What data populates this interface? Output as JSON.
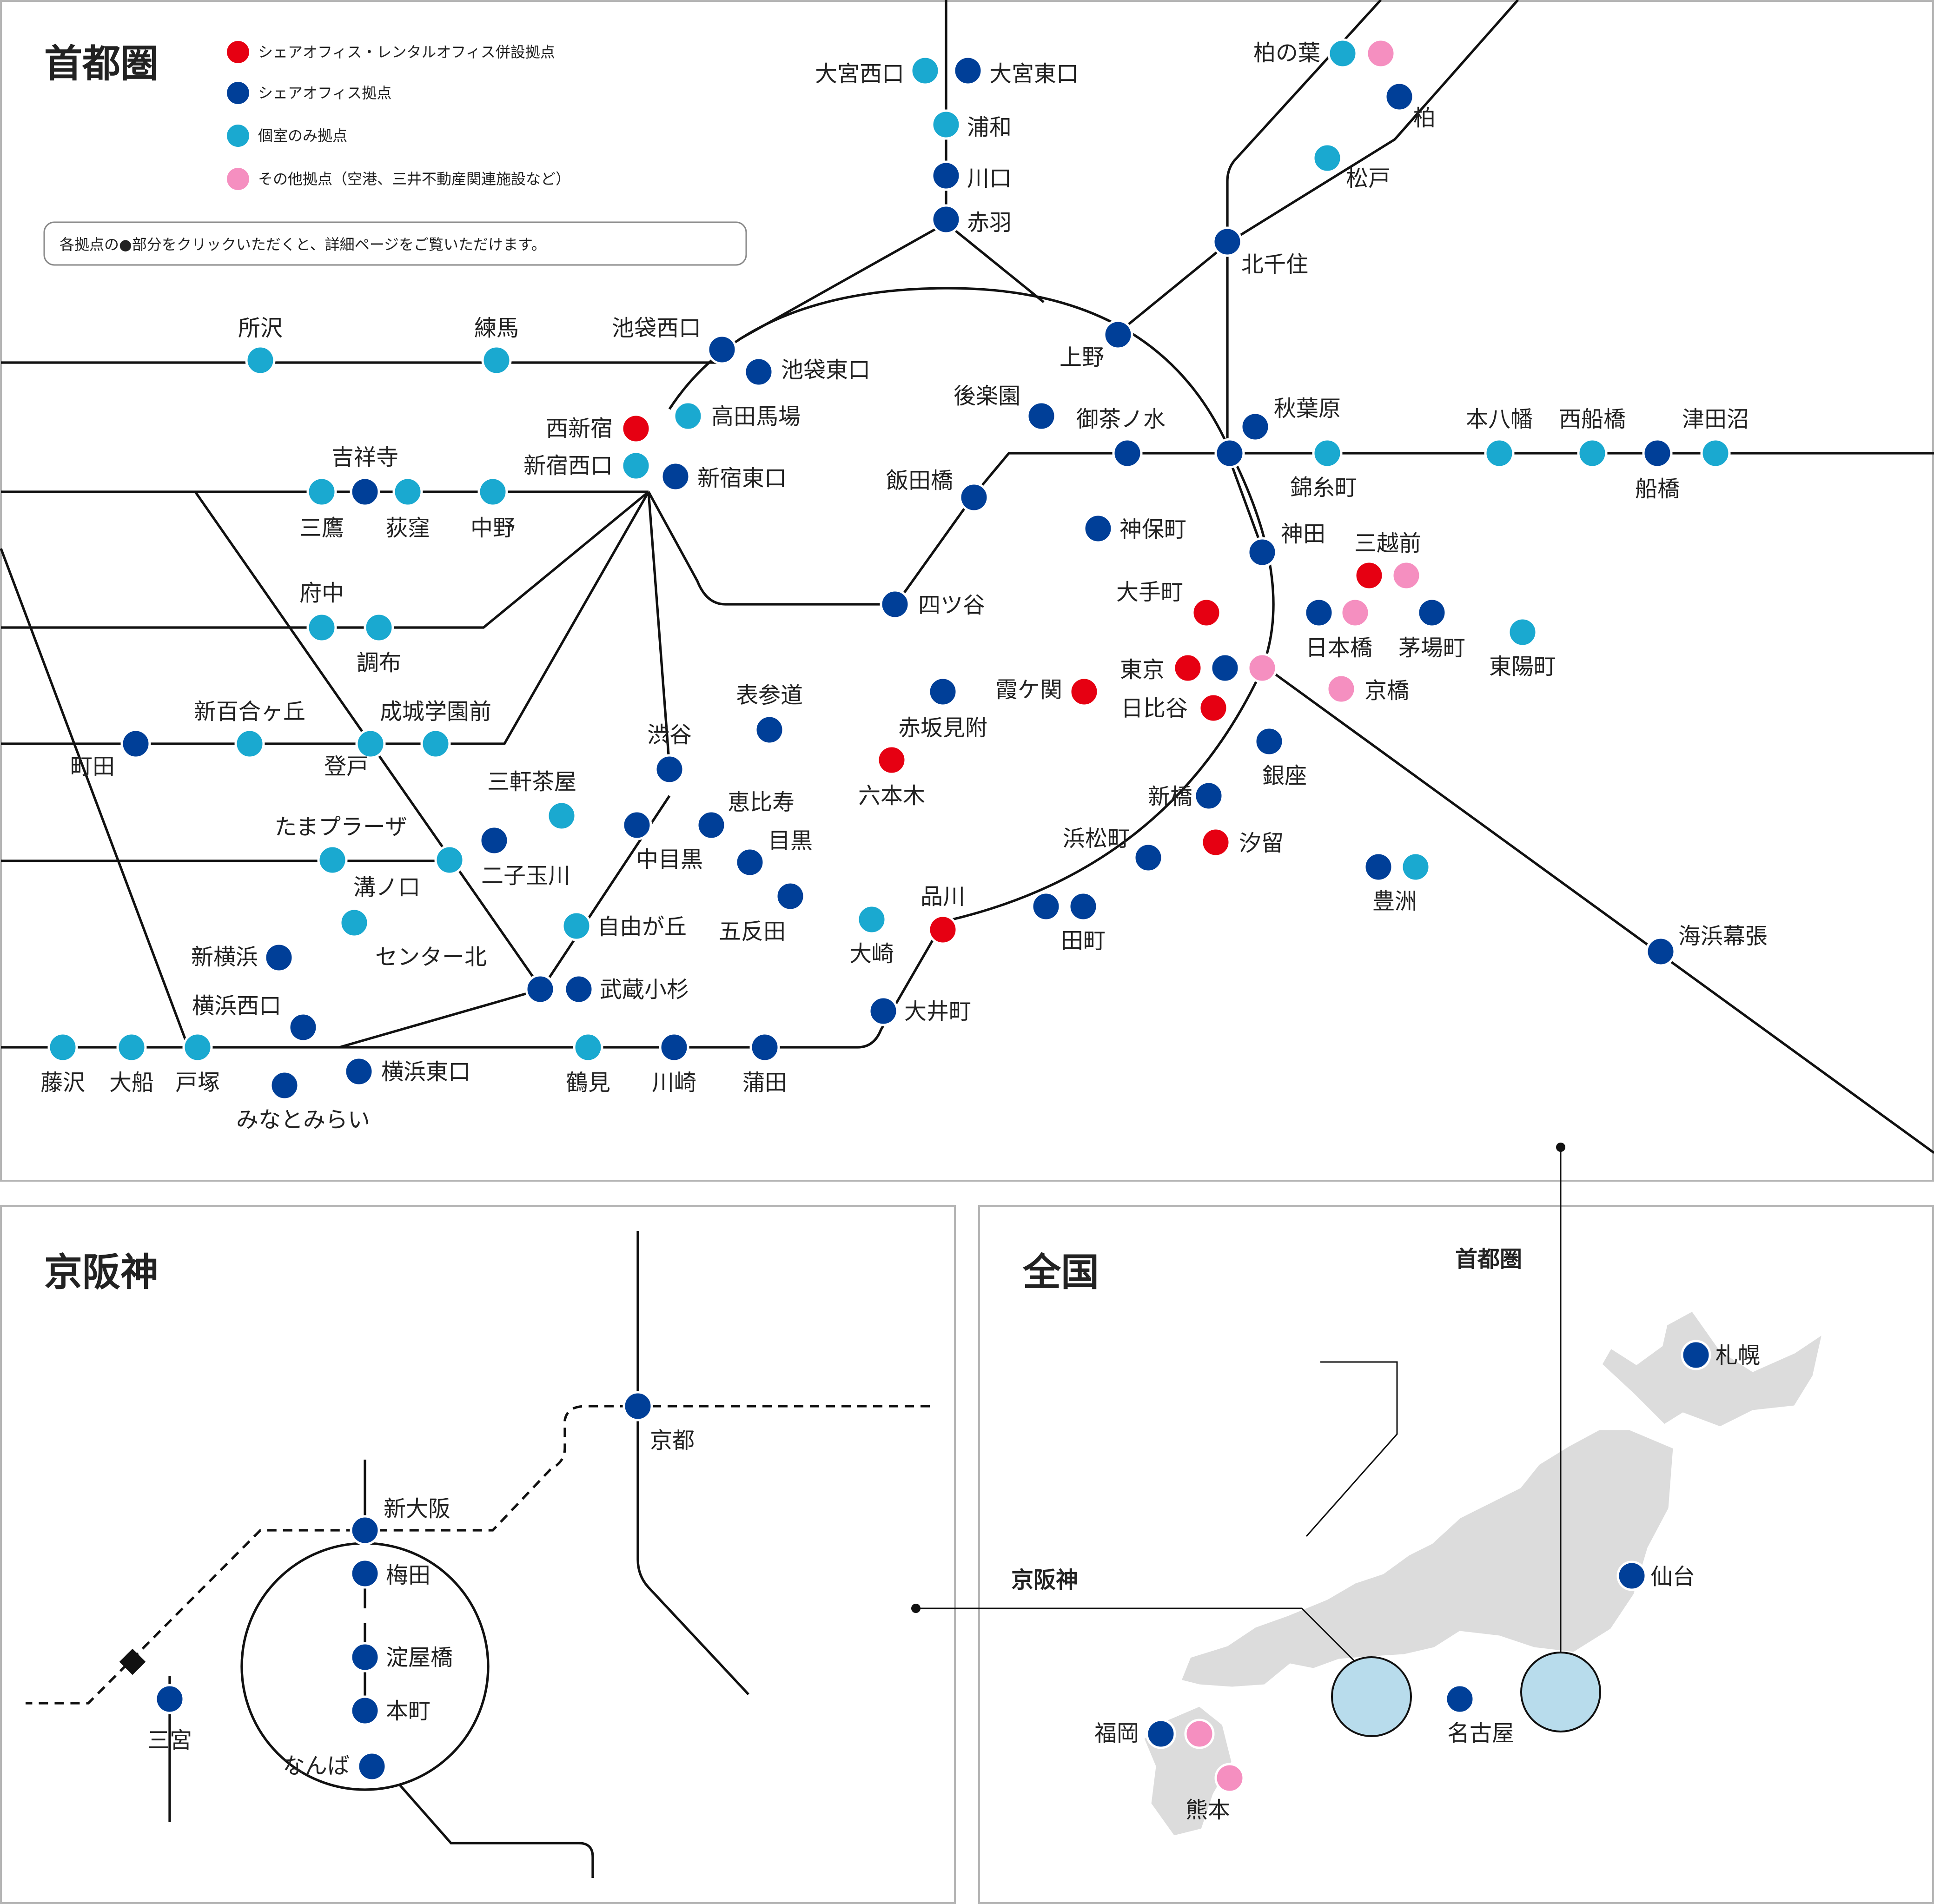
{
  "panels": {
    "shutoken": {
      "title": "首都圏"
    },
    "keihanshin": {
      "title": "京阪神"
    },
    "zenkoku": {
      "title": "全国"
    }
  },
  "legend": {
    "items": [
      {
        "type": "red",
        "label": "シェアオフィス・レンタルオフィス併設拠点"
      },
      {
        "type": "navy",
        "label": "シェアオフィス拠点"
      },
      {
        "type": "cyan",
        "label": "個室のみ拠点"
      },
      {
        "type": "pink",
        "label": "その他拠点（空港、三井不動産関連施設など）"
      }
    ],
    "note": "各拠点の●部分をクリックいただくと、詳細ページをご覧いただけます。"
  },
  "colors": {
    "red": "#e60012",
    "navy": "#003f98",
    "cyan": "#1aa9d0",
    "pink": "#f58fc0"
  },
  "stations": [
    {
      "name": "大宮西口",
      "type": "cyan"
    },
    {
      "name": "大宮東口",
      "type": "navy"
    },
    {
      "name": "浦和",
      "type": "cyan"
    },
    {
      "name": "川口",
      "type": "navy"
    },
    {
      "name": "赤羽",
      "type": "navy"
    },
    {
      "name": "柏の葉",
      "type": "cyan"
    },
    {
      "name": "",
      "type": "pink"
    },
    {
      "name": "柏",
      "type": "navy"
    },
    {
      "name": "松戸",
      "type": "cyan"
    },
    {
      "name": "北千住",
      "type": "navy"
    },
    {
      "name": "所沢",
      "type": "cyan"
    },
    {
      "name": "練馬",
      "type": "cyan"
    },
    {
      "name": "池袋西口",
      "type": "navy"
    },
    {
      "name": "池袋東口",
      "type": "navy"
    },
    {
      "name": "上野",
      "type": "navy"
    },
    {
      "name": "高田馬場",
      "type": "cyan"
    },
    {
      "name": "後楽園",
      "type": "navy"
    },
    {
      "name": "御茶ノ水",
      "type": "navy"
    },
    {
      "name": "秋葉原",
      "type": "navy"
    },
    {
      "name": "",
      "type": "navy"
    },
    {
      "name": "錦糸町",
      "type": "cyan"
    },
    {
      "name": "本八幡",
      "type": "cyan"
    },
    {
      "name": "西船橋",
      "type": "cyan"
    },
    {
      "name": "船橋",
      "type": "navy"
    },
    {
      "name": "津田沼",
      "type": "cyan"
    },
    {
      "name": "西新宿",
      "type": "red"
    },
    {
      "name": "新宿西口",
      "type": "cyan"
    },
    {
      "name": "新宿東口",
      "type": "navy"
    },
    {
      "name": "吉祥寺",
      "type": "navy"
    },
    {
      "name": "三鷹",
      "type": "cyan"
    },
    {
      "name": "荻窪",
      "type": "cyan"
    },
    {
      "name": "中野",
      "type": "cyan"
    },
    {
      "name": "飯田橋",
      "type": "navy"
    },
    {
      "name": "神保町",
      "type": "navy"
    },
    {
      "name": "神田",
      "type": "navy"
    },
    {
      "name": "三越前",
      "type": "red"
    },
    {
      "name": "",
      "type": "pink"
    },
    {
      "name": "大手町",
      "type": "red"
    },
    {
      "name": "日本橋",
      "type": "navy"
    },
    {
      "name": "",
      "type": "pink"
    },
    {
      "name": "茅場町",
      "type": "navy"
    },
    {
      "name": "東陽町",
      "type": "cyan"
    },
    {
      "name": "四ツ谷",
      "type": "navy"
    },
    {
      "name": "府中",
      "type": "cyan"
    },
    {
      "name": "調布",
      "type": "cyan"
    },
    {
      "name": "東京",
      "type": "red"
    },
    {
      "name": "",
      "type": "navy"
    },
    {
      "name": "",
      "type": "pink"
    },
    {
      "name": "京橋",
      "type": "pink"
    },
    {
      "name": "赤坂見附",
      "type": "navy"
    },
    {
      "name": "霞ケ関",
      "type": "red"
    },
    {
      "name": "日比谷",
      "type": "red"
    },
    {
      "name": "表参道",
      "type": "navy"
    },
    {
      "name": "新百合ヶ丘",
      "type": "cyan"
    },
    {
      "name": "成城学園前",
      "type": "cyan"
    },
    {
      "name": "町田",
      "type": "navy"
    },
    {
      "name": "登戸",
      "type": "cyan"
    },
    {
      "name": "渋谷",
      "type": "navy"
    },
    {
      "name": "銀座",
      "type": "navy"
    },
    {
      "name": "六本木",
      "type": "red"
    },
    {
      "name": "三軒茶屋",
      "type": "cyan"
    },
    {
      "name": "新橋",
      "type": "navy"
    },
    {
      "name": "恵比寿",
      "type": "navy"
    },
    {
      "name": "中目黒",
      "type": "navy"
    },
    {
      "name": "たまプラーザ",
      "type": "cyan"
    },
    {
      "name": "",
      "type": "cyan"
    },
    {
      "name": "二子玉川",
      "type": "navy"
    },
    {
      "name": "目黒",
      "type": "navy"
    },
    {
      "name": "浜松町",
      "type": "navy"
    },
    {
      "name": "汐留",
      "type": "red"
    },
    {
      "name": "溝ノ口",
      "type": "cyan"
    },
    {
      "name": "五反田",
      "type": "navy"
    },
    {
      "name": "豊洲",
      "type": "navy"
    },
    {
      "name": "",
      "type": "cyan"
    },
    {
      "name": "自由が丘",
      "type": "cyan"
    },
    {
      "name": "大崎",
      "type": "cyan"
    },
    {
      "name": "品川",
      "type": "red"
    },
    {
      "name": "",
      "type": "navy"
    },
    {
      "name": "田町",
      "type": "navy"
    },
    {
      "name": "センター北",
      "type": "cyan"
    },
    {
      "name": "新横浜",
      "type": "navy"
    },
    {
      "name": "海浜幕張",
      "type": "navy"
    },
    {
      "name": "",
      "type": "navy"
    },
    {
      "name": "武蔵小杉",
      "type": "navy"
    },
    {
      "name": "大井町",
      "type": "navy"
    },
    {
      "name": "横浜西口",
      "type": "navy"
    },
    {
      "name": "藤沢",
      "type": "cyan"
    },
    {
      "name": "大船",
      "type": "cyan"
    },
    {
      "name": "戸塚",
      "type": "cyan"
    },
    {
      "name": "鶴見",
      "type": "cyan"
    },
    {
      "name": "川崎",
      "type": "navy"
    },
    {
      "name": "蒲田",
      "type": "navy"
    },
    {
      "name": "横浜東口",
      "type": "navy"
    },
    {
      "name": "みなとみらい",
      "type": "navy"
    },
    {
      "name": "京都",
      "type": "navy"
    },
    {
      "name": "新大阪",
      "type": "navy"
    },
    {
      "name": "梅田",
      "type": "navy"
    },
    {
      "name": "淀屋橋",
      "type": "navy"
    },
    {
      "name": "本町",
      "type": "navy"
    },
    {
      "name": "なんば",
      "type": "navy"
    },
    {
      "name": "三宮",
      "type": "navy"
    },
    {
      "name": "札幌",
      "type": "navy"
    },
    {
      "name": "仙台",
      "type": "navy"
    },
    {
      "name": "名古屋",
      "type": "navy"
    },
    {
      "name": "福岡",
      "type": "navy"
    },
    {
      "name": "",
      "type": "pink"
    },
    {
      "name": "熊本",
      "type": "pink"
    }
  ],
  "national_regions": {
    "shutoken": "首都圏",
    "keihanshin": "京阪神"
  }
}
